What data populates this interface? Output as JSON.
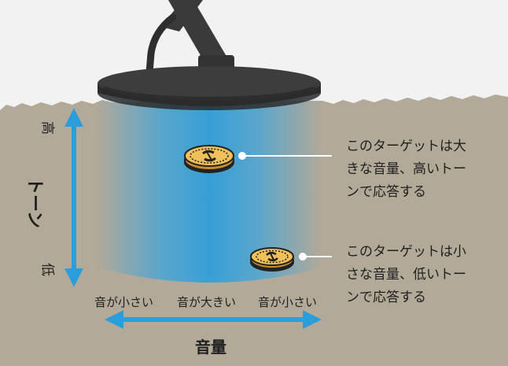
{
  "colors": {
    "ground": "#b2a999",
    "sky": "#f2f2f2",
    "detector": "#3a3a3a",
    "field": "#3da5dc",
    "arrow": "#2a9ddb",
    "coin": "#f0c05a"
  },
  "tone_axis": {
    "label": "トーン",
    "high": "高",
    "low": "低"
  },
  "volume_axis": {
    "label": "音量",
    "left": "音が小さい",
    "center": "音が大きい",
    "right": "音が小さい"
  },
  "targets": [
    {
      "icon": "coin-icon",
      "lines": [
        "このターゲットは大",
        "きな音量、高いトー",
        "ンで応答する"
      ]
    },
    {
      "icon": "coin-icon",
      "lines": [
        "このターゲットは小",
        "さな音量、低いトー",
        "ンで応答する"
      ]
    }
  ]
}
